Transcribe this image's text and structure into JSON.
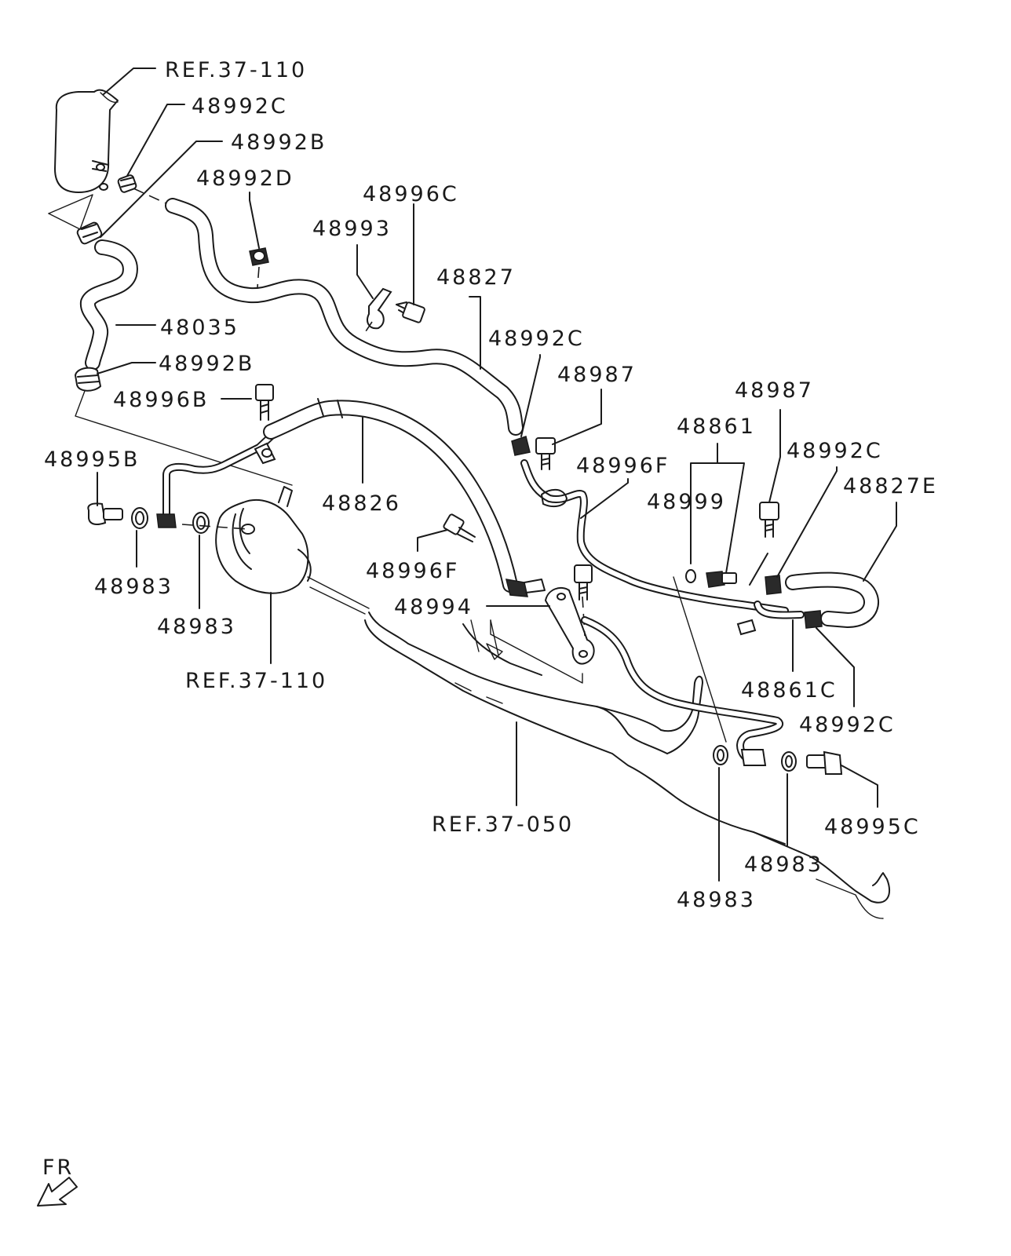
{
  "labels": {
    "ref_37_110_top": "REF.37-110",
    "p48992C_a": "48992C",
    "p48992B_a": "48992B",
    "p48992D": "48992D",
    "p48996C": "48996C",
    "p48993": "48993",
    "p48827": "48827",
    "p48035": "48035",
    "p48992C_b": "48992C",
    "p48992B_b": "48992B",
    "p48987_a": "48987",
    "p48996B": "48996B",
    "p48987_b": "48987",
    "p48861": "48861",
    "p48992C_c": "48992C",
    "p48995B": "48995B",
    "p48996F_a": "48996F",
    "p48827E": "48827E",
    "p48999": "48999",
    "p48826": "48826",
    "p48983_a": "48983",
    "p48996F_b": "48996F",
    "p48994": "48994",
    "p48983_b": "48983",
    "p48861C": "48861C",
    "ref_37_110_bottom": "REF.37-110",
    "p48992C_d": "48992C",
    "ref_37_050": "REF.37-050",
    "p48995C": "48995C",
    "p48983_c": "48983",
    "p48983_d": "48983",
    "front_marker": "FR"
  },
  "icons": {
    "front_arrow": "front-arrow-icon"
  }
}
